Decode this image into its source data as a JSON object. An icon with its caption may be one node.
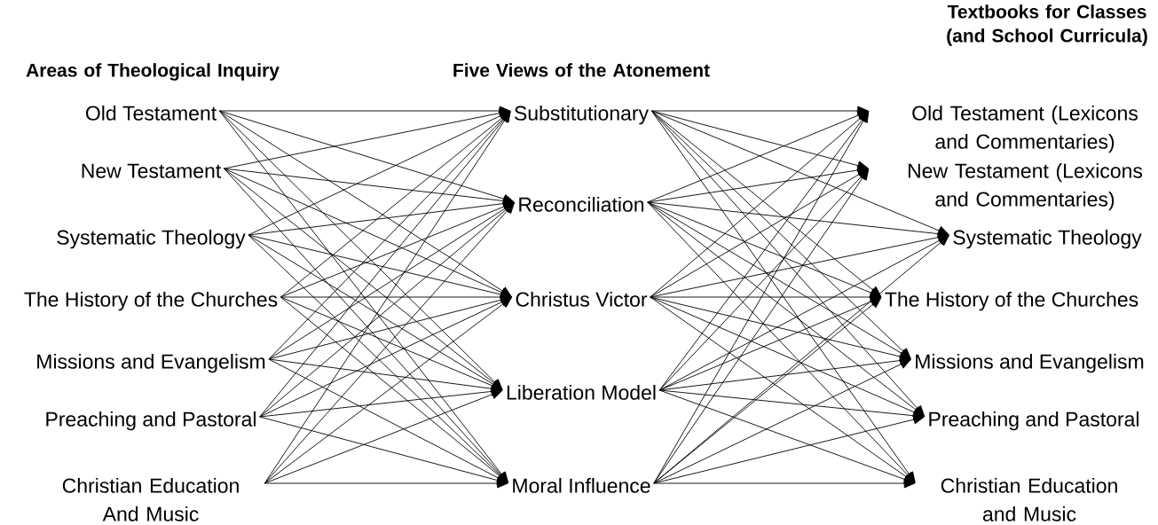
{
  "diagram": {
    "nodes": [
      {
        "text": [
          "Old Testament"
        ]
      },
      {
        "text": [
          "New Testament"
        ]
      },
      {
        "text": [
          "Systematic Theology"
        ]
      },
      {
        "text": [
          "The History of the Churches"
        ]
      },
      {
        "text": [
          "Missions and Evangelism"
        ]
      },
      {
        "text": [
          "Preaching and Pastoral"
        ]
      },
      {
        "text": [
          "Christian Education And Music"
        ]
      },
      {
        "text": [
          "Substitutionary"
        ]
      },
      {
        "text": [
          "Reconciliation"
        ]
      },
      {
        "text": [
          "Christus Victor"
        ]
      },
      {
        "text": [
          "Liberation Model"
        ]
      },
      {
        "text": [
          "Moral Influence"
        ]
      },
      {
        "text": [
          "Old Testament (Lexicons and Commentaries)"
        ]
      },
      {
        "text": [
          "New Testament (Lexicons and Commentaries)"
        ]
      },
      {
        "text": [
          "Systematic Theology"
        ]
      },
      {
        "text": [
          "The History of the Churches"
        ]
      },
      {
        "text": [
          "Missions and Evangelism"
        ]
      },
      {
        "text": [
          "Preaching and Pastoral"
        ]
      },
      {
        "text": [
          "Christian Education and Music"
        ]
      }
    ],
    "edges": [
      {
        "from": 0,
        "to": 7,
        "arrow": "to"
      },
      {
        "from": 0,
        "to": 8,
        "arrow": "to"
      },
      {
        "from": 0,
        "to": 9,
        "arrow": "to"
      },
      {
        "from": 0,
        "to": 10,
        "arrow": "to"
      },
      {
        "from": 0,
        "to": 11,
        "arrow": "to"
      },
      {
        "from": 1,
        "to": 7,
        "arrow": "to"
      },
      {
        "from": 1,
        "to": 8,
        "arrow": "to"
      },
      {
        "from": 1,
        "to": 9,
        "arrow": "to"
      },
      {
        "from": 1,
        "to": 10,
        "arrow": "to"
      },
      {
        "from": 1,
        "to": 11,
        "arrow": "to"
      },
      {
        "from": 2,
        "to": 7,
        "arrow": "to"
      },
      {
        "from": 2,
        "to": 8,
        "arrow": "to"
      },
      {
        "from": 2,
        "to": 9,
        "arrow": "to"
      },
      {
        "from": 2,
        "to": 10,
        "arrow": "to"
      },
      {
        "from": 2,
        "to": 11,
        "arrow": "to"
      },
      {
        "from": 3,
        "to": 7,
        "arrow": "to"
      },
      {
        "from": 3,
        "to": 8,
        "arrow": "to"
      },
      {
        "from": 3,
        "to": 9,
        "arrow": "to"
      },
      {
        "from": 3,
        "to": 10,
        "arrow": "to"
      },
      {
        "from": 3,
        "to": 11,
        "arrow": "to"
      },
      {
        "from": 4,
        "to": 7,
        "arrow": "to"
      },
      {
        "from": 4,
        "to": 8,
        "arrow": "to"
      },
      {
        "from": 4,
        "to": 9,
        "arrow": "to"
      },
      {
        "from": 4,
        "to": 10,
        "arrow": "to"
      },
      {
        "from": 4,
        "to": 11,
        "arrow": "to"
      },
      {
        "from": 5,
        "to": 7,
        "arrow": "to"
      },
      {
        "from": 5,
        "to": 8,
        "arrow": "to"
      },
      {
        "from": 5,
        "to": 9,
        "arrow": "to"
      },
      {
        "from": 5,
        "to": 10,
        "arrow": "to"
      },
      {
        "from": 5,
        "to": 11,
        "arrow": "to"
      },
      {
        "from": 6,
        "to": 7,
        "arrow": "to"
      },
      {
        "from": 6,
        "to": 8,
        "arrow": "to"
      },
      {
        "from": 6,
        "to": 9,
        "arrow": "to"
      },
      {
        "from": 6,
        "to": 10,
        "arrow": "to"
      },
      {
        "from": 6,
        "to": 11,
        "arrow": "to"
      },
      {
        "from": 7,
        "to": 12,
        "arrow": "to"
      },
      {
        "from": 7,
        "to": 13,
        "arrow": "to"
      },
      {
        "from": 7,
        "to": 14,
        "arrow": "to"
      },
      {
        "from": 7,
        "to": 15,
        "arrow": "to"
      },
      {
        "from": 7,
        "to": 16,
        "arrow": "to"
      },
      {
        "from": 7,
        "to": 17,
        "arrow": "to"
      },
      {
        "from": 7,
        "to": 18,
        "arrow": "to"
      },
      {
        "from": 8,
        "to": 12,
        "arrow": "to"
      },
      {
        "from": 8,
        "to": 13,
        "arrow": "to"
      },
      {
        "from": 8,
        "to": 14,
        "arrow": "to"
      },
      {
        "from": 8,
        "to": 15,
        "arrow": "to"
      },
      {
        "from": 8,
        "to": 16,
        "arrow": "to"
      },
      {
        "from": 8,
        "to": 17,
        "arrow": "to"
      },
      {
        "from": 8,
        "to": 18,
        "arrow": "to"
      },
      {
        "from": 9,
        "to": 12,
        "arrow": "to"
      },
      {
        "from": 9,
        "to": 13,
        "arrow": "to"
      },
      {
        "from": 9,
        "to": 14,
        "arrow": "to"
      },
      {
        "from": 9,
        "to": 15,
        "arrow": "to"
      },
      {
        "from": 9,
        "to": 16,
        "arrow": "to"
      },
      {
        "from": 9,
        "to": 17,
        "arrow": "to"
      },
      {
        "from": 9,
        "to": 18,
        "arrow": "to"
      },
      {
        "from": 10,
        "to": 12,
        "arrow": "to"
      },
      {
        "from": 10,
        "to": 13,
        "arrow": "to"
      },
      {
        "from": 10,
        "to": 14,
        "arrow": "to"
      },
      {
        "from": 10,
        "to": 15,
        "arrow": "to"
      },
      {
        "from": 10,
        "to": 16,
        "arrow": "to"
      },
      {
        "from": 10,
        "to": 17,
        "arrow": "to"
      },
      {
        "from": 10,
        "to": 18,
        "arrow": "to"
      },
      {
        "from": 11,
        "to": 12,
        "arrow": "to"
      },
      {
        "from": 11,
        "to": 13,
        "arrow": "to"
      },
      {
        "from": 11,
        "to": 14,
        "arrow": "to"
      },
      {
        "from": 11,
        "to": 15,
        "arrow": "to"
      },
      {
        "from": 11,
        "to": 16,
        "arrow": "to"
      },
      {
        "from": 11,
        "to": 17,
        "arrow": "to"
      },
      {
        "from": 11,
        "to": 18,
        "arrow": "to"
      }
    ],
    "labels": [
      "Areas of Theological Inquiry",
      "Five Views of the Atonement",
      "**Textbooks for Classes** (**and School Curricula**)"
    ]
  }
}
